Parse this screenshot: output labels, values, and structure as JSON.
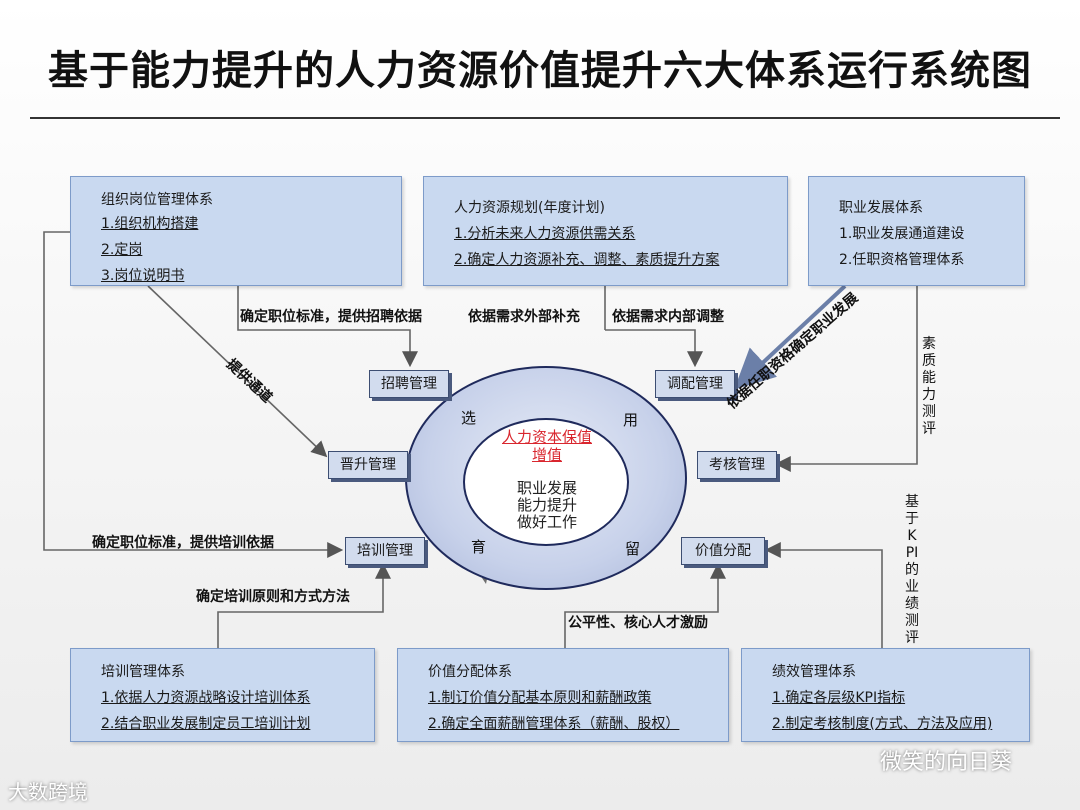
{
  "title": "基于能力提升的人力资源价值提升六大体系运行系统图",
  "boxes": {
    "org": {
      "header": "组织岗位管理体系",
      "items": [
        "1.组织机构搭建",
        "2.定岗",
        "3.岗位说明书"
      ]
    },
    "plan": {
      "header": "人力资源规划(年度计划)",
      "items": [
        "1.分析未来人力资源供需关系",
        "2.确定人力资源补充、调整、素质提升方案"
      ]
    },
    "career": {
      "header": "职业发展体系",
      "items": [
        "1.职业发展通道建设",
        "2.任职资格管理体系"
      ]
    },
    "training": {
      "header": "培训管理体系",
      "items": [
        "1.依据人力资源战略设计培训体系",
        "2.结合职业发展制定员工培训计划"
      ]
    },
    "value": {
      "header": "价值分配体系",
      "items": [
        "1.制订价值分配基本原则和薪酬政策",
        "2.确定全面薪酬管理体系（薪酬、股权）"
      ]
    },
    "perf": {
      "header": "绩效管理体系",
      "items": [
        "1.确定各层级KPI指标",
        "2.制定考核制度(方式、方法及应用)"
      ]
    }
  },
  "modules": {
    "recruit": "招聘管理",
    "allocate": "调配管理",
    "promote": "晋升管理",
    "assess": "考核管理",
    "train": "培训管理",
    "distribute": "价值分配"
  },
  "labels": {
    "job_standard_recruit": "确定职位标准，提供招聘依据",
    "external_supply": "依据需求外部补充",
    "internal_adjust": "依据需求内部调整",
    "career_basis": "依据任职资格确定职业发展",
    "provide_channel": "提供通道",
    "job_standard_train": "确定职位标准，提供培训依据",
    "train_principle": "确定培训原则和方式方法",
    "fair_incentive": "公平性、核心人才激励",
    "quality_eval": "素质能力测评",
    "kpi_eval": "基于KPI的业绩测评"
  },
  "cycle": {
    "core": "人力资本保值增值",
    "center": [
      "职业发展",
      "能力提升",
      "做好工作"
    ],
    "select": "选",
    "use": "用",
    "cultivate": "育",
    "retain": "留"
  },
  "watermarks": {
    "left": "大数跨境",
    "right": "微笑的向日葵"
  },
  "colors": {
    "box_fill": "#c9d9f0",
    "core_text": "#d9262e",
    "ring_border": "#1f2a5c",
    "arrow": "#555555"
  }
}
